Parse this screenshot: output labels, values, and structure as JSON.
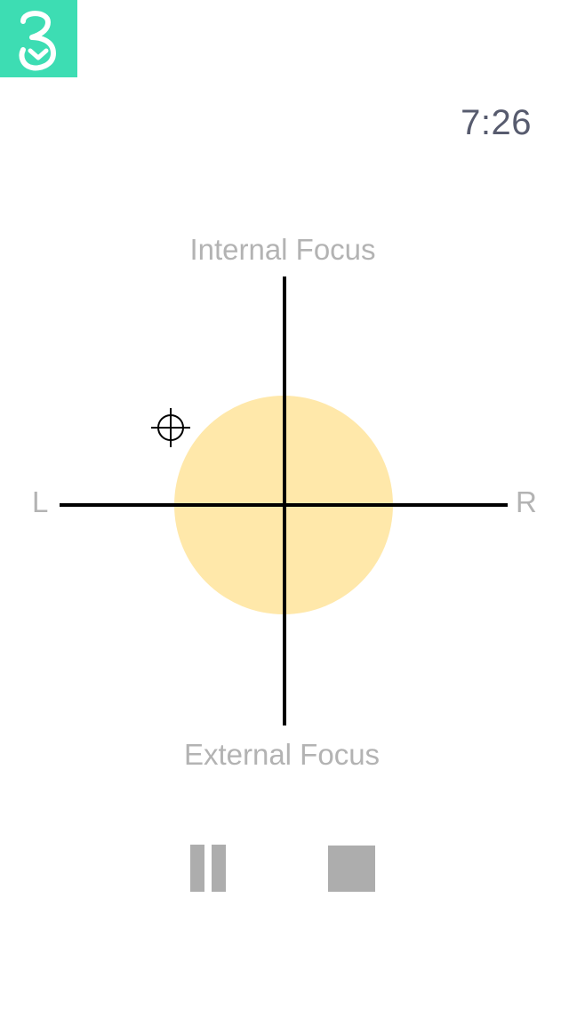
{
  "app": {
    "logo_icon": "app-logo-icon",
    "logo_color": "#3dddb3"
  },
  "session": {
    "timer": "7:26"
  },
  "focus_map": {
    "top_label": "Internal Focus",
    "bottom_label": "External Focus",
    "left_label": "L",
    "right_label": "R",
    "zone_color": "#ffe8aa",
    "marker_icon": "crosshair-icon"
  },
  "controls": {
    "pause_icon": "pause-icon",
    "stop_icon": "stop-icon",
    "control_color": "#adadad"
  }
}
